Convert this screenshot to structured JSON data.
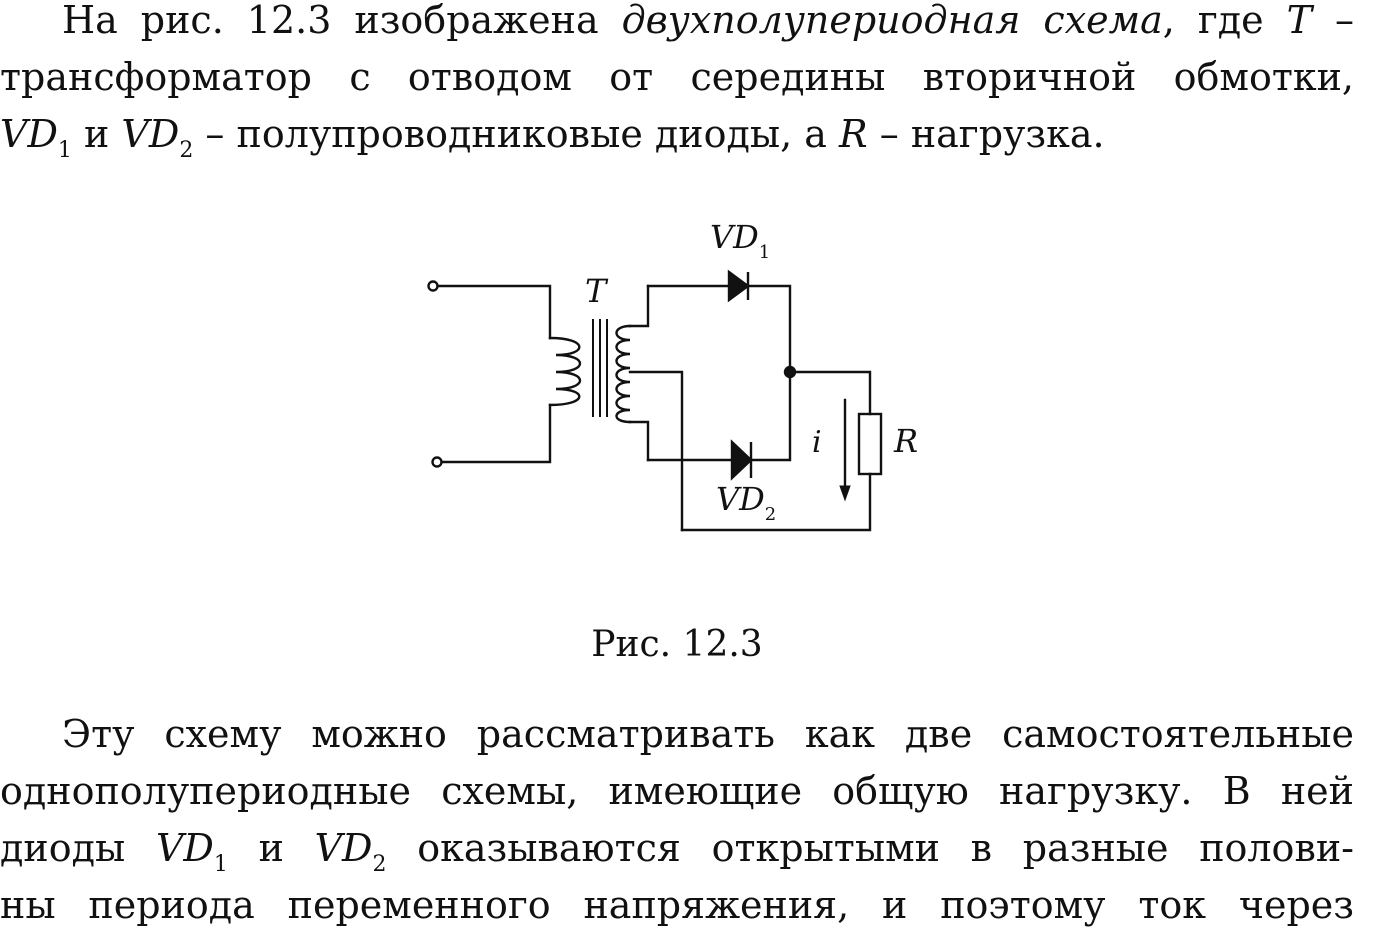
{
  "paragraph1": {
    "line1": {
      "a": "На рис. 12.3 изображена ",
      "b": "двухполупериодная схема",
      "c": ", где ",
      "d": "T",
      "e": " –"
    },
    "line2": "трансформатор с отводом от середины вторичной обмотки,",
    "line3": {
      "vd": "VD",
      "sub1": "1",
      "and": " и ",
      "sub2": "2",
      "mid": " – полупроводниковые диоды, а ",
      "r": "R",
      "end": " – нагрузка."
    }
  },
  "figure": {
    "labels": {
      "transformer": "T",
      "vd": "VD",
      "vd1_sub": "1",
      "vd2_sub": "2",
      "current": "i",
      "load": "R"
    },
    "caption": "Рис. 12.3"
  },
  "paragraph2": {
    "line1": "Эту схему можно рассматривать как две самостоятельные",
    "line2": "однополупериодные схемы, имеющие общую нагрузку. В ней",
    "line3": {
      "a": "диоды ",
      "vd": "VD",
      "sub1": "1",
      "and": " и ",
      "sub2": "2",
      "b": " оказываются открытыми в разные полови-"
    },
    "line4": "ны периода переменного напряжения, и поэтому ток через"
  }
}
